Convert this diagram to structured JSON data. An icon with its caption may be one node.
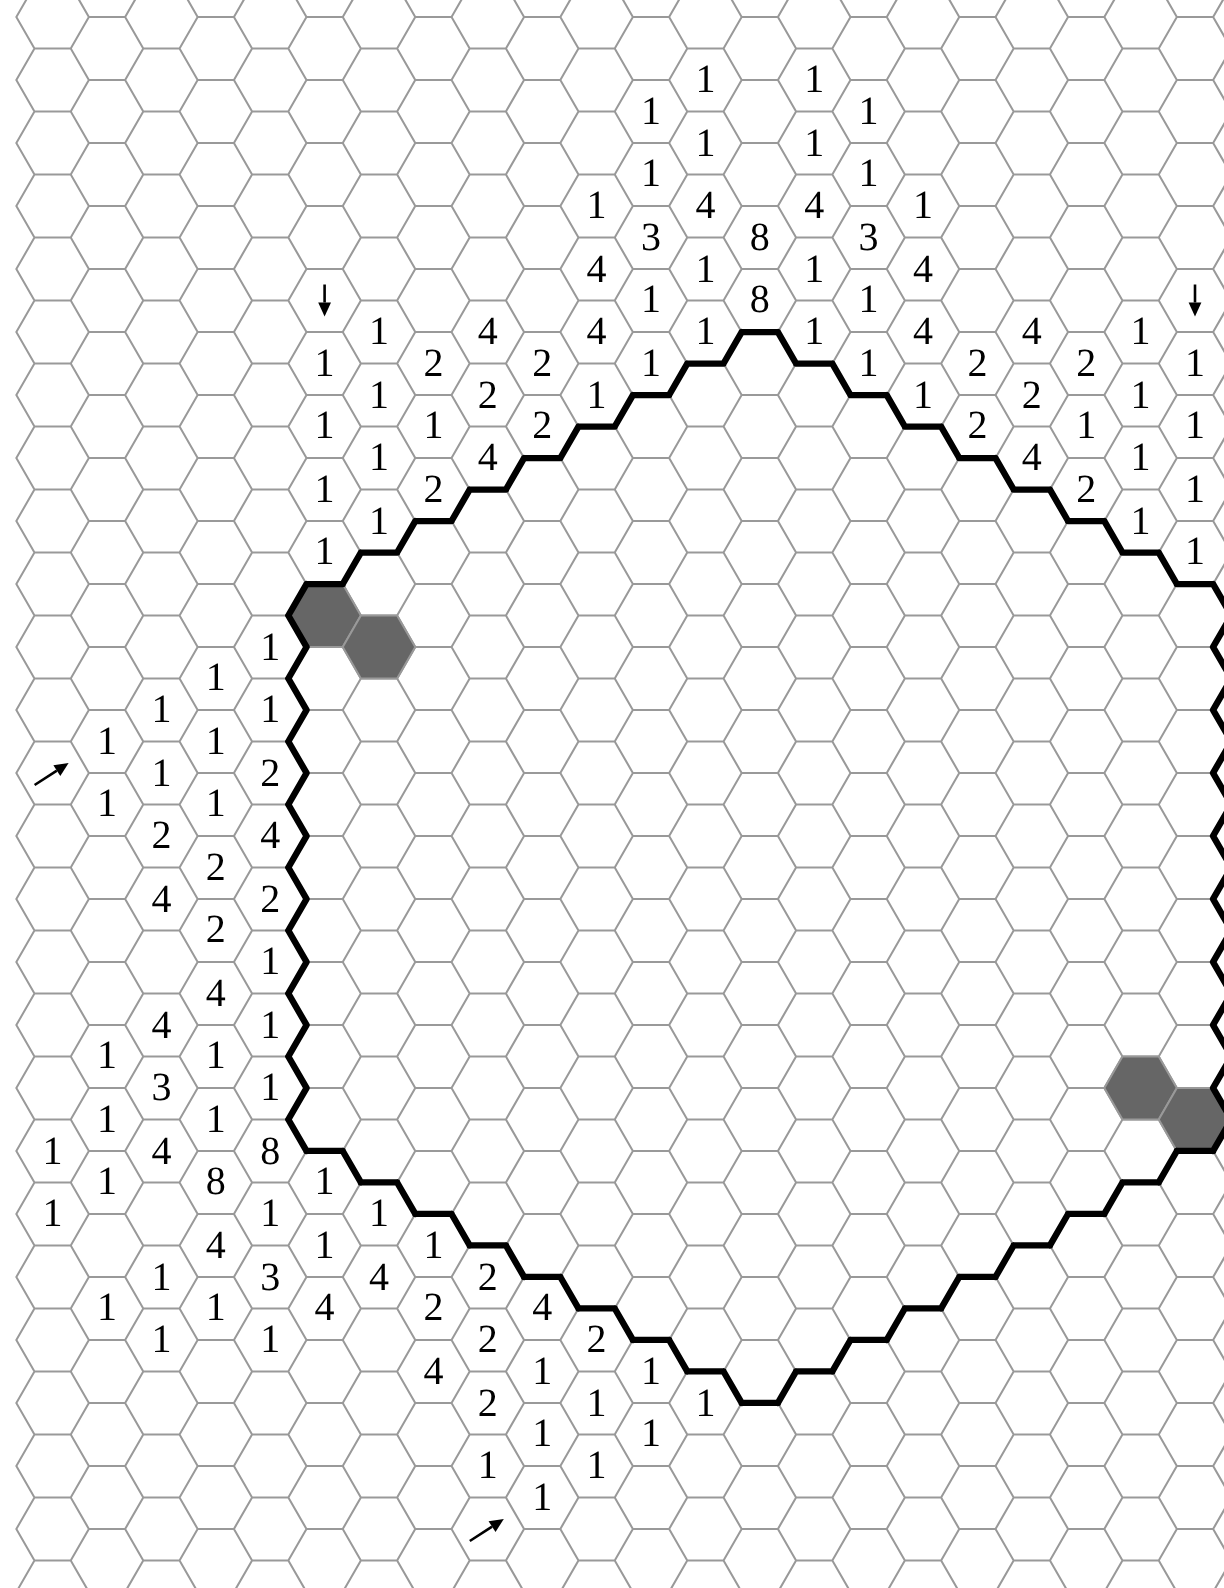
{
  "diagram": {
    "labels": [
      "1",
      "1",
      "1",
      "1",
      "1",
      "1",
      "1",
      "1",
      "1",
      "4",
      "4",
      "1",
      "3",
      "8",
      "3",
      "4",
      "1",
      "1",
      "4",
      "1",
      "8",
      "1",
      "1",
      "4",
      "4",
      "1",
      "1",
      "4",
      "4",
      "1",
      "1",
      "2",
      "2",
      "1",
      "1",
      "2",
      "2",
      "1",
      "1",
      "2",
      "1",
      "1",
      "2",
      "1",
      "1",
      "1",
      "2",
      "2",
      "1",
      "1",
      "1",
      "4",
      "4",
      "1",
      "1",
      "2",
      "2",
      "1",
      "1",
      "1",
      "1",
      "1",
      "1",
      "1",
      "1",
      "1",
      "1",
      "1",
      "1",
      "2",
      "1",
      "1",
      "2",
      "4",
      "2",
      "4",
      "2",
      "2",
      "1",
      "4",
      "4",
      "1",
      "1",
      "1",
      "3",
      "1",
      "1",
      "1",
      "1",
      "4",
      "8",
      "1",
      "8",
      "1",
      "1",
      "1",
      "1",
      "4",
      "1",
      "1",
      "1",
      "3",
      "4",
      "2",
      "1",
      "1",
      "4",
      "2",
      "4",
      "1",
      "1",
      "2",
      "2",
      "4",
      "1",
      "1",
      "2",
      "1",
      "1",
      "1",
      "1",
      "1",
      "1",
      "1"
    ]
  }
}
